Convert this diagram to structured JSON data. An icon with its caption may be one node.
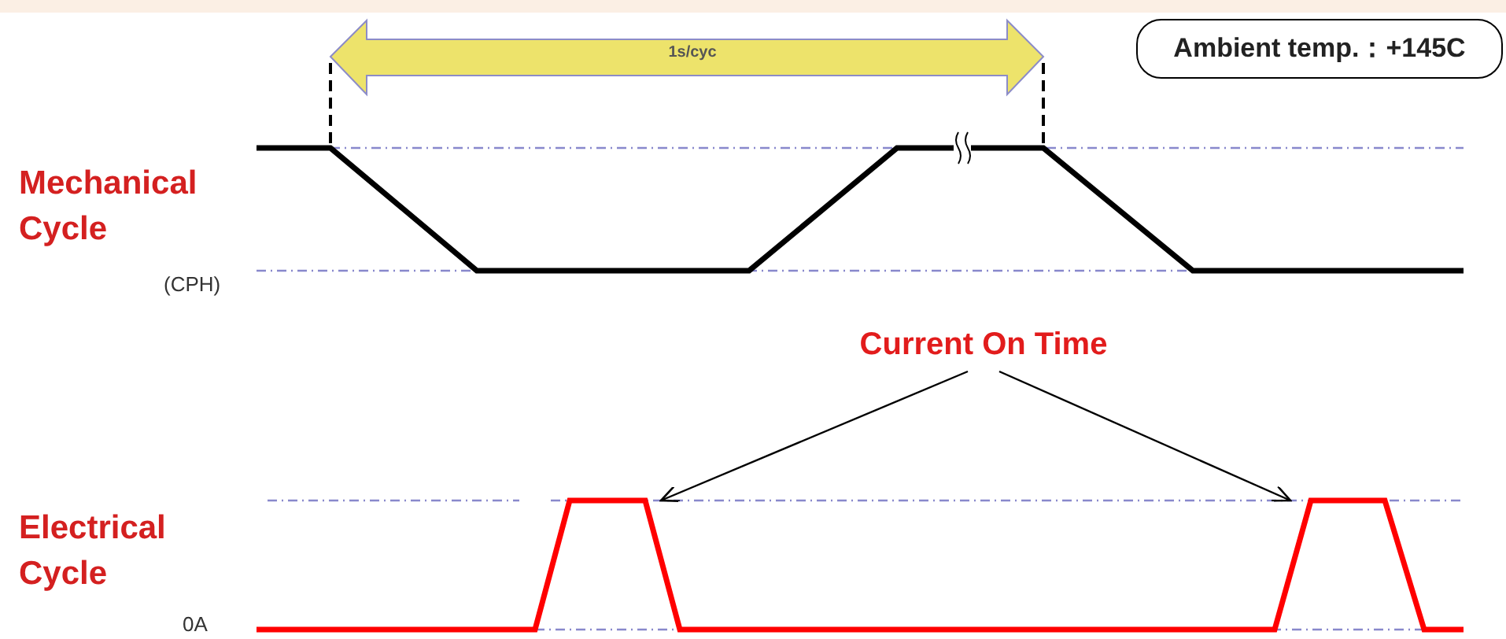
{
  "diagram": {
    "nodes": [
      {
        "text": [
          "Ambient temp.：+145C"
        ]
      },
      {
        "text": [
          "Current On Time"
        ]
      }
    ],
    "edges": [
      {
        "from": 1,
        "to": null,
        "arrow": "to"
      },
      {
        "from": 1,
        "to": null,
        "arrow": "to"
      }
    ],
    "labels": [
      "1s/cyc",
      "Mechanical Cycle",
      "(CPH)",
      "Electrical Cycle",
      "0A"
    ]
  }
}
